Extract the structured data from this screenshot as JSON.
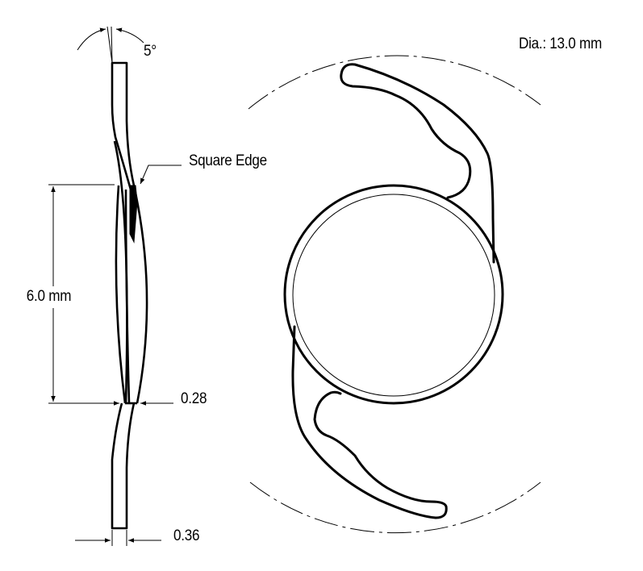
{
  "diagram": {
    "title": "Intraocular lens dimensional drawing",
    "colors": {
      "stroke": "#000000",
      "background": "#ffffff"
    },
    "labels": {
      "angle": "5°",
      "diameter": "Dia.: 13.0 mm",
      "square_edge": "Square Edge",
      "optic_diameter": "6.0 mm",
      "edge_thickness": "0.28",
      "haptic_thickness": "0.36"
    },
    "views": [
      {
        "name": "side-profile",
        "description": "Side view of lens showing 5° haptic angulation and square edge"
      },
      {
        "name": "front-view",
        "description": "Front view of C-loop one-piece lens with overall diameter circle"
      }
    ]
  }
}
